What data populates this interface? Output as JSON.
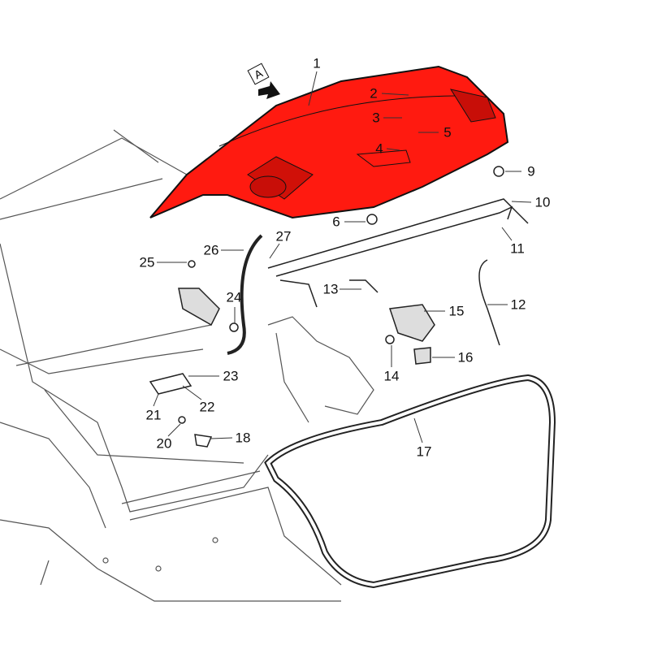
{
  "view_callout": "A",
  "part_labels": {
    "p1": "1",
    "p2": "2",
    "p3": "3",
    "p4": "4",
    "p5": "5",
    "p6": "6",
    "p9": "9",
    "p10": "10",
    "p11": "11",
    "p12": "12",
    "p13": "13",
    "p14": "14",
    "p15": "15",
    "p16": "16",
    "p17": "17",
    "p18": "18",
    "p20": "20",
    "p21": "21",
    "p22": "22",
    "p23": "23",
    "p24": "24",
    "p25": "25",
    "p26": "26",
    "p27": "27"
  },
  "colors": {
    "highlight": "#ff1a10",
    "line": "#222222"
  }
}
